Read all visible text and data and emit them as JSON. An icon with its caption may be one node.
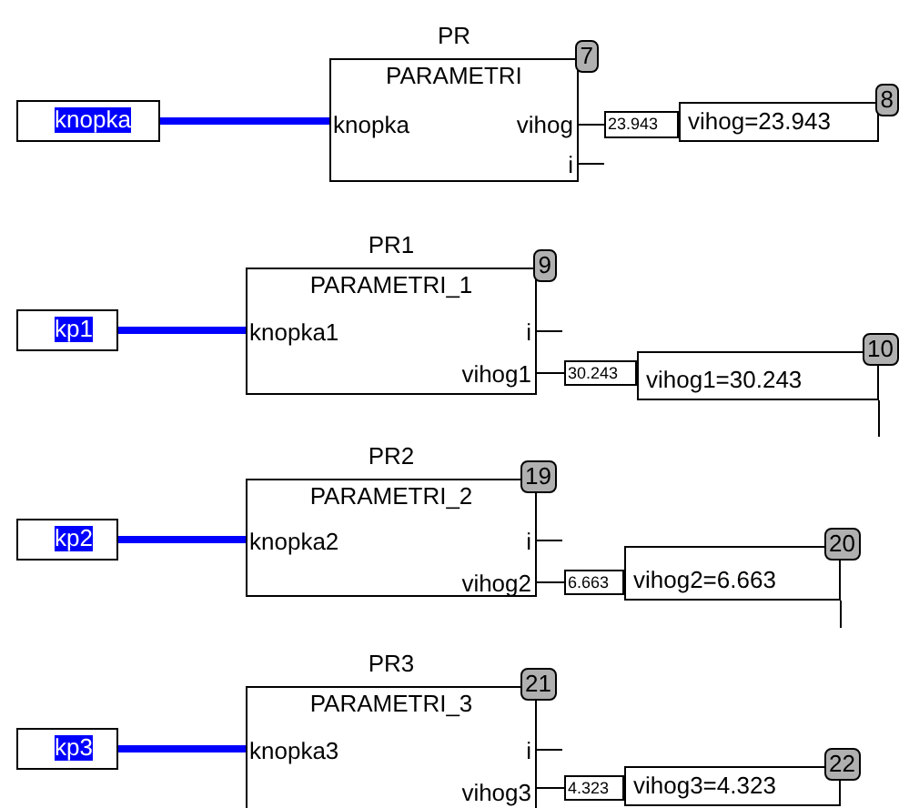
{
  "diagram": {
    "nodes": [
      {
        "text": [
          "knopka"
        ]
      },
      {
        "text": [
          "PR",
          "PARAMETRI",
          "knopka",
          "vihog",
          "i"
        ],
        "beside": [
          "7"
        ]
      },
      {
        "text": [
          "23.943"
        ]
      },
      {
        "text": [
          "vihog=23.943"
        ],
        "beside": [
          "8"
        ]
      },
      {
        "text": [
          "kp1"
        ]
      },
      {
        "text": [
          "PR1",
          "PARAMETRI_1",
          "knopka1",
          "i",
          "vihog1"
        ],
        "beside": [
          "9"
        ]
      },
      {
        "text": [
          "30.243"
        ]
      },
      {
        "text": [
          "vihog1=30.243"
        ],
        "beside": [
          "10"
        ]
      },
      {
        "text": [
          "kp2"
        ]
      },
      {
        "text": [
          "PR2",
          "PARAMETRI_2",
          "knopka2",
          "i",
          "vihog2"
        ],
        "beside": [
          "19"
        ]
      },
      {
        "text": [
          "6.663"
        ]
      },
      {
        "text": [
          "vihog2=6.663"
        ],
        "beside": [
          "20"
        ]
      },
      {
        "text": [
          "kp3"
        ]
      },
      {
        "text": [
          "PR3",
          "PARAMETRI_3",
          "knopka3",
          "i",
          "vihog3"
        ],
        "beside": [
          "21"
        ]
      },
      {
        "text": [
          "4.323"
        ]
      },
      {
        "text": [
          "vihog3=4.323"
        ],
        "beside": [
          "22"
        ]
      }
    ],
    "edges": [
      {
        "from": 0,
        "to": 1,
        "arrow": "none",
        "style": "thick",
        "color": "#0000ff"
      },
      {
        "from": 1,
        "to": 2,
        "arrow": "none",
        "color": "#000000"
      },
      {
        "from": 4,
        "to": 5,
        "arrow": "none",
        "style": "thick",
        "color": "#0000ff"
      },
      {
        "from": 5,
        "to": 6,
        "arrow": "none",
        "color": "#000000"
      },
      {
        "from": 8,
        "to": 9,
        "arrow": "none",
        "style": "thick",
        "color": "#0000ff"
      },
      {
        "from": 9,
        "to": 10,
        "arrow": "none",
        "color": "#000000"
      },
      {
        "from": 12,
        "to": 13,
        "arrow": "none",
        "style": "thick",
        "color": "#0000ff"
      },
      {
        "from": 13,
        "to": 14,
        "arrow": "none",
        "color": "#000000"
      }
    ]
  }
}
